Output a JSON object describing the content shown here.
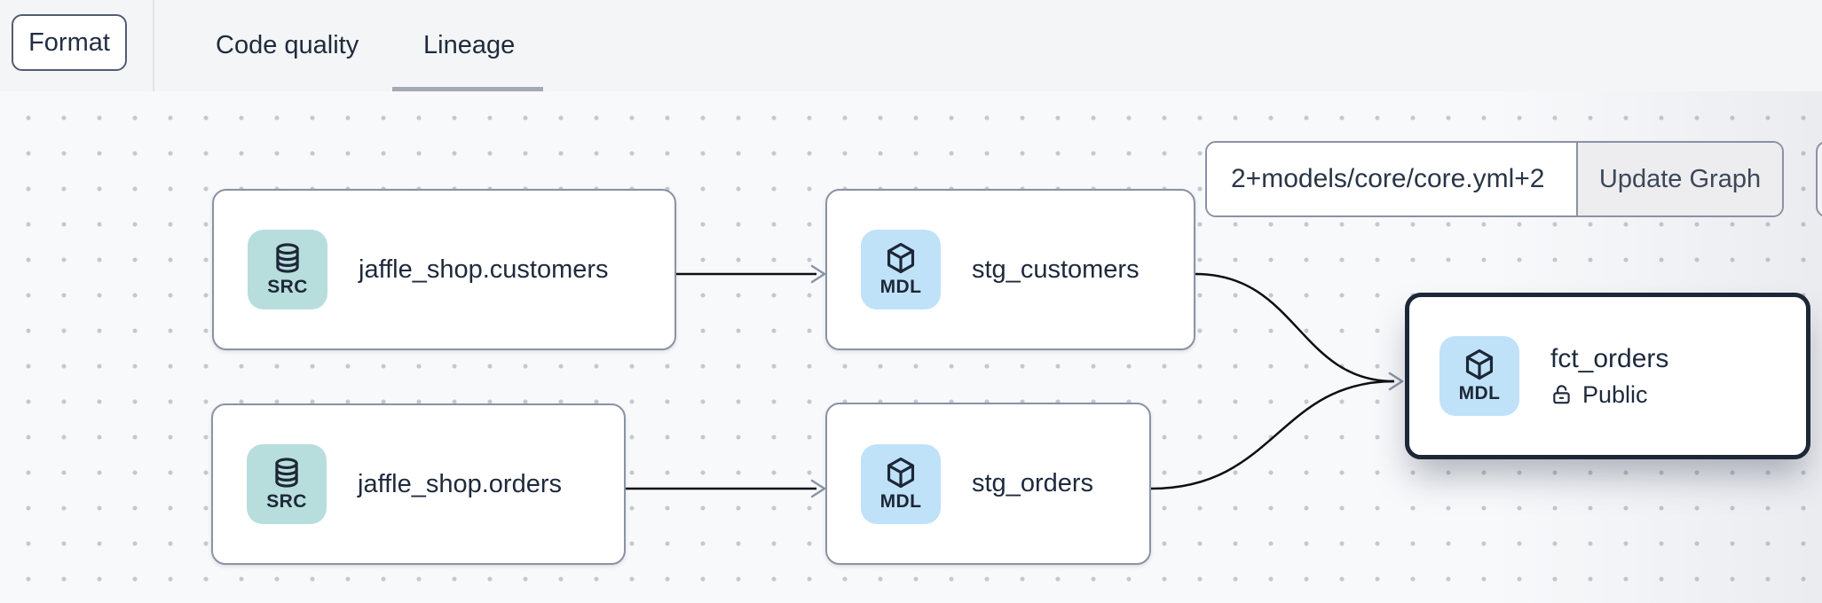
{
  "header": {
    "format_button_label": "Format",
    "tabs": [
      {
        "label": "Code quality",
        "active": false
      },
      {
        "label": "Lineage",
        "active": true
      }
    ]
  },
  "graph_toolbar": {
    "selector_value": "2+models/core/core.yml+2",
    "update_button_label": "Update Graph"
  },
  "nodes": [
    {
      "label": "jaffle_shop.customers",
      "badge": "SRC",
      "type": "source",
      "icon": "database-icon",
      "selected": false
    },
    {
      "label": "stg_customers",
      "badge": "MDL",
      "type": "model",
      "icon": "cube-icon",
      "selected": false
    },
    {
      "label": "jaffle_shop.orders",
      "badge": "SRC",
      "type": "source",
      "icon": "database-icon",
      "selected": false
    },
    {
      "label": "stg_orders",
      "badge": "MDL",
      "type": "model",
      "icon": "cube-icon",
      "selected": false
    },
    {
      "label": "fct_orders",
      "badge": "MDL",
      "type": "model",
      "icon": "cube-icon",
      "selected": true,
      "access_label": "Public",
      "access_icon": "lock-open-icon"
    }
  ],
  "edges": [
    {
      "from": "jaffle_shop.customers",
      "to": "stg_customers"
    },
    {
      "from": "jaffle_shop.orders",
      "to": "stg_orders"
    },
    {
      "from": "stg_customers",
      "to": "fct_orders"
    },
    {
      "from": "stg_orders",
      "to": "fct_orders"
    }
  ],
  "colors": {
    "source_badge_bg": "#b7dedc",
    "model_badge_bg": "#bfe2f8",
    "node_border": "#8a92a4",
    "selected_node_border": "#1d2737",
    "edge": "#0d0f14",
    "arrowhead": "#8b94a6",
    "text": "#1e2a3c",
    "tab_underline": "#a3a9b5",
    "header_bg": "#f4f5f6",
    "canvas_bg": "#f8f9fb"
  }
}
